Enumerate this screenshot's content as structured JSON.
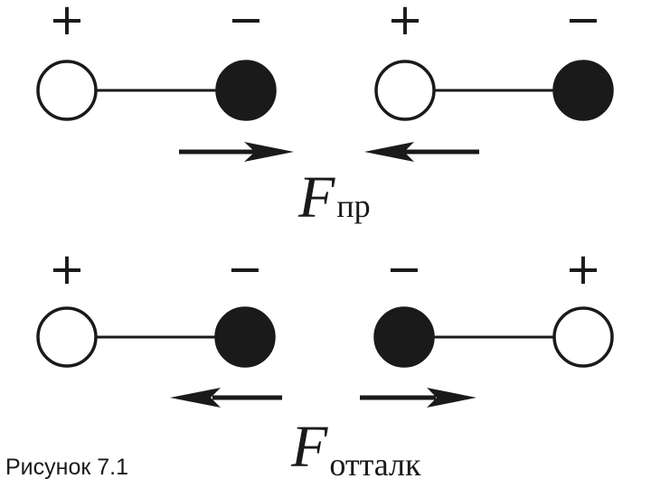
{
  "caption": "Рисунок 7.1",
  "colors": {
    "ink": "#1a1a1a",
    "positive_fill": "#ffffff",
    "negative_fill": "#1a1a1a"
  },
  "rows": [
    {
      "row": "attraction",
      "dipoles": [
        {
          "left_sign": "+",
          "right_sign": "−",
          "left_charge": "positive",
          "right_charge": "negative"
        },
        {
          "left_sign": "+",
          "right_sign": "−",
          "left_charge": "positive",
          "right_charge": "negative"
        }
      ],
      "arrows": [
        "right",
        "left"
      ],
      "force_label": {
        "symbol": "F",
        "subscript": "пр"
      }
    },
    {
      "row": "repulsion",
      "dipoles": [
        {
          "left_sign": "+",
          "right_sign": "−",
          "left_charge": "positive",
          "right_charge": "negative"
        },
        {
          "left_sign": "−",
          "right_sign": "+",
          "left_charge": "negative",
          "right_charge": "positive"
        }
      ],
      "arrows": [
        "left",
        "right"
      ],
      "force_label": {
        "symbol": "F",
        "subscript": "отталк"
      }
    }
  ]
}
